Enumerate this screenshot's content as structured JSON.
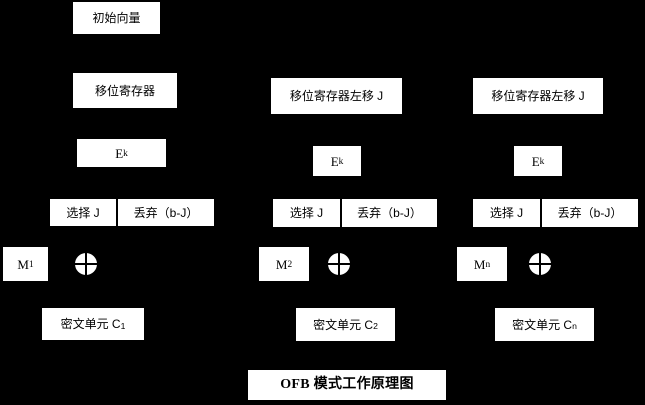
{
  "diagram": {
    "title": "OFB 模式工作原理图",
    "background_color": "#000000",
    "box_color": "#ffffff",
    "text_color": "#000000",
    "iv_label": "初始向量",
    "columns": [
      {
        "register_label": "移位寄存器",
        "cipher_label_base": "E",
        "cipher_label_sub": "k",
        "select_label": "选择 J",
        "discard_label": "丢弃（b-J）",
        "message_base": "M",
        "message_sub": "1",
        "xor_label": "xor-operator",
        "ciphertext_unit_base": "密文单元 C",
        "ciphertext_unit_sub": "1"
      },
      {
        "register_label": "移位寄存器左移 J",
        "cipher_label_base": "E",
        "cipher_label_sub": "k",
        "select_label": "选择 J",
        "discard_label": "丢弃（b-J）",
        "message_base": "M",
        "message_sub": "2",
        "xor_label": "xor-operator",
        "ciphertext_unit_base": "密文单元 C",
        "ciphertext_unit_sub": "2"
      },
      {
        "register_label": "移位寄存器左移 J",
        "cipher_label_base": "E",
        "cipher_label_sub": "k",
        "select_label": "选择 J",
        "discard_label": "丢弃（b-J）",
        "message_base": "M",
        "message_sub": "n",
        "xor_label": "xor-operator",
        "ciphertext_unit_base": "密文单元 C",
        "ciphertext_unit_sub": "n"
      }
    ]
  }
}
